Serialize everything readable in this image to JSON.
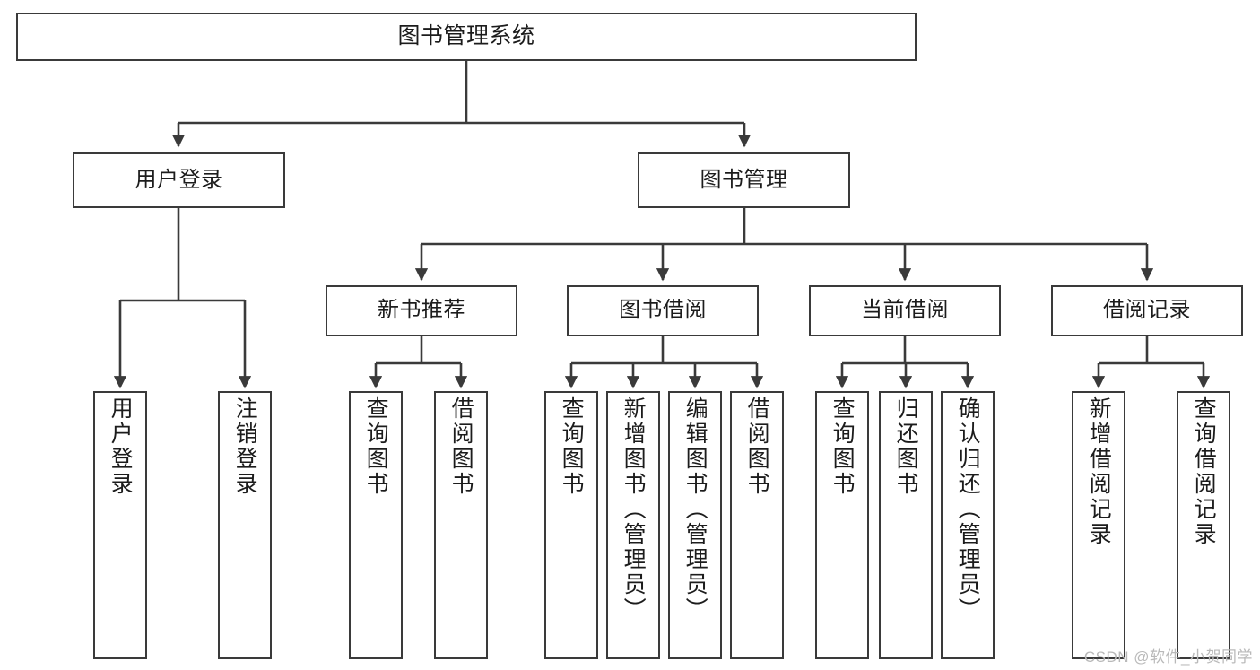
{
  "diagram": {
    "title": "图书管理系统",
    "watermark": "CSDN @软件_小贺同学",
    "stroke_color": "#3a3a3a",
    "background_color": "#ffffff",
    "text_color": "#1c1c1c",
    "watermark_color": "#b9b9b9"
  },
  "nodes": {
    "root": {
      "label": "图书管理系统"
    },
    "level2": [
      {
        "label": "用户登录"
      },
      {
        "label": "图书管理"
      }
    ],
    "level3": [
      {
        "label": "新书推荐"
      },
      {
        "label": "图书借阅"
      },
      {
        "label": "当前借阅"
      },
      {
        "label": "借阅记录"
      }
    ],
    "leaves": {
      "user_login": [
        {
          "label": "用户登录"
        },
        {
          "label": "注销登录"
        }
      ],
      "new_book_recommend": [
        {
          "label": "查询图书"
        },
        {
          "label": "借阅图书"
        }
      ],
      "book_borrow": [
        {
          "label": "查询图书"
        },
        {
          "label": "新增图书（管理员）"
        },
        {
          "label": "编辑图书（管理员）"
        },
        {
          "label": "借阅图书"
        }
      ],
      "current_borrow": [
        {
          "label": "查询图书"
        },
        {
          "label": "归还图书"
        },
        {
          "label": "确认归还（管理员）"
        }
      ],
      "borrow_record": [
        {
          "label": "新增借阅记录"
        },
        {
          "label": "查询借阅记录"
        }
      ]
    }
  }
}
